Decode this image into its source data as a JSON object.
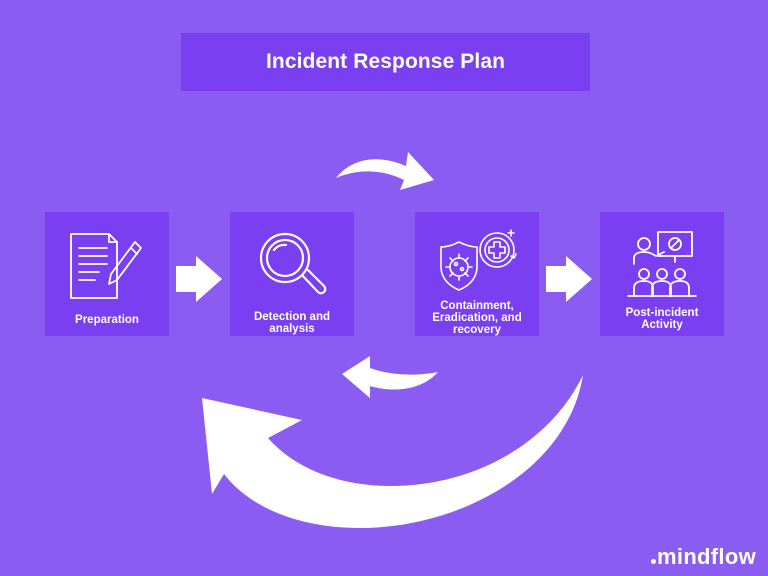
{
  "title": "Incident Response Plan",
  "steps": [
    {
      "label": "Preparation",
      "icon": "document-pen-icon"
    },
    {
      "label": "Detection and analysis",
      "icon": "magnifier-icon"
    },
    {
      "label": "Containment, Eradication, and recovery",
      "icon": "shield-virus-icon"
    },
    {
      "label": "Post-incident Activity",
      "icon": "presentation-meeting-icon"
    }
  ],
  "brand": "mindflow",
  "colors": {
    "background": "#8b5cf1",
    "box": "#7a3ff0",
    "foreground": "#ffffff"
  }
}
